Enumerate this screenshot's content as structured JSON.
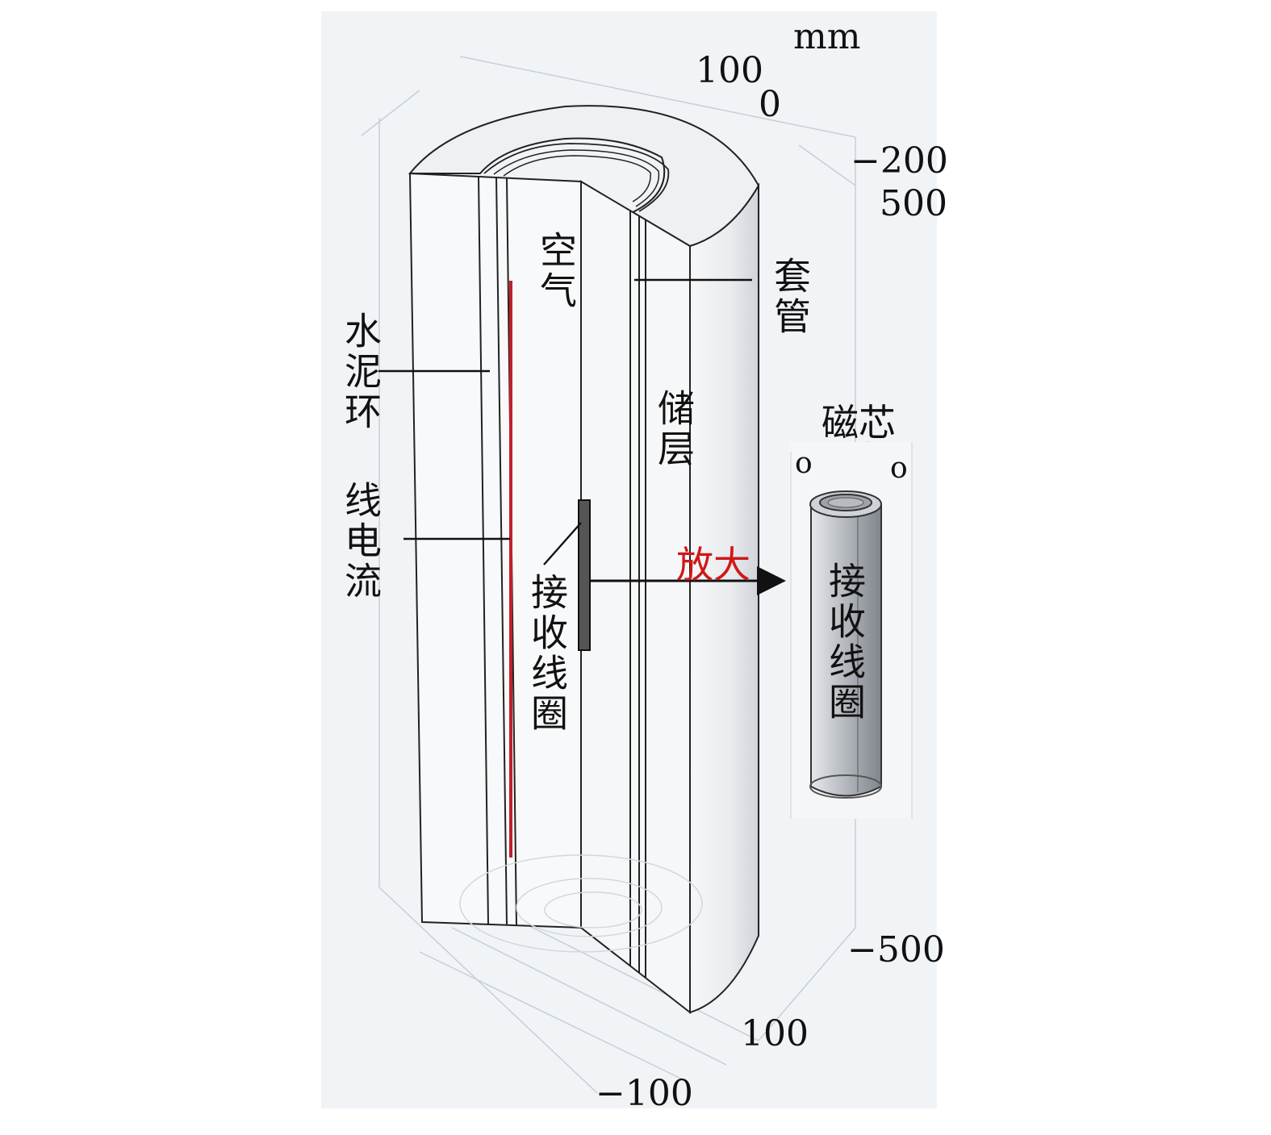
{
  "units": "mm",
  "axis_labels": {
    "top_a": "100",
    "top_b": "0",
    "right_upper_a": "−200",
    "right_upper_b": "500",
    "right_lower": "−500",
    "bottom_a": "100",
    "bottom_b": "−100"
  },
  "labels": {
    "air": "空气",
    "casing": "套管",
    "cement_ring": "水泥环",
    "line_current": "线电流",
    "reservoir": "储层",
    "receiver_coil": "接收线圈",
    "magnetic_core": "磁芯",
    "zoom": "放大",
    "zoom_receiver_coil": "接收线圈"
  },
  "colors": {
    "background_panel": "#f1f4f7",
    "surface": "#f7f8fa",
    "line_current": "#c0202a",
    "zoom_text": "#d01818",
    "core_gray": "#a8acb2"
  }
}
